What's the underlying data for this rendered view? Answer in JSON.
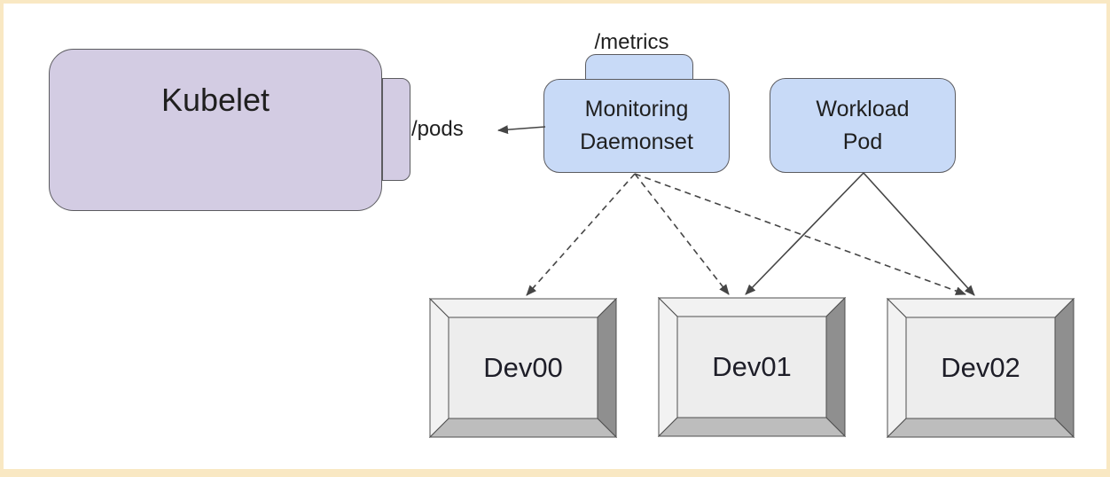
{
  "diagram": {
    "title": "Kubernetes monitoring daemonset device diagram",
    "colors": {
      "frame_border": "#f9e8c3",
      "background": "#ffffff",
      "kubelet_fill": "#d3cce3",
      "pod_fill": "#c8daf7",
      "box_border": "#5c5c60",
      "arrow": "#454545",
      "device_face": "#ededed",
      "device_bevel_light": "#f2f2f2",
      "device_bevel_right": "#8f8f8f",
      "device_bevel_bottom": "#bdbdbd"
    },
    "nodes": {
      "kubelet": {
        "label": "Kubelet"
      },
      "pods_endpoint": {
        "label": "/pods"
      },
      "metrics_endpoint": {
        "label": "/metrics"
      },
      "monitoring_daemonset": {
        "line1": "Monitoring",
        "line2": "Daemonset"
      },
      "workload_pod": {
        "line1": "Workload",
        "line2": "Pod"
      },
      "devices": [
        {
          "label": "Dev00"
        },
        {
          "label": "Dev01"
        },
        {
          "label": "Dev02"
        }
      ]
    },
    "connections": [
      {
        "from": "monitoring-daemonset",
        "to": "kubelet-pods-endpoint",
        "style": "solid-arrow"
      },
      {
        "from": "monitoring-daemonset",
        "to": "dev00",
        "style": "dashed-arrow"
      },
      {
        "from": "monitoring-daemonset",
        "to": "dev01",
        "style": "dashed-arrow"
      },
      {
        "from": "monitoring-daemonset",
        "to": "dev02",
        "style": "dashed-arrow"
      },
      {
        "from": "workload-pod",
        "to": "dev01",
        "style": "solid-arrow"
      },
      {
        "from": "workload-pod",
        "to": "dev02",
        "style": "solid-arrow"
      }
    ]
  }
}
